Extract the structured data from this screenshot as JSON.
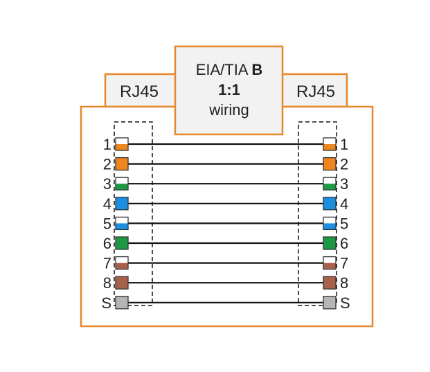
{
  "header": {
    "left_connector": "RJ45",
    "right_connector": "RJ45",
    "standard_prefix": "EIA/TIA ",
    "standard_variant": "B",
    "mapping": "1:1",
    "mapping_suffix": "wiring"
  },
  "colors": {
    "accent": "#E8862A",
    "box_fill": "#F2F2F2",
    "wire": "#111111",
    "shield": "#B5B5B5",
    "orange": "#F0861F",
    "green": "#1E9A46",
    "blue": "#1C8FE0",
    "brown": "#A8614A"
  },
  "pins": [
    {
      "label": "1",
      "color": "orange",
      "striped": true
    },
    {
      "label": "2",
      "color": "orange",
      "striped": false
    },
    {
      "label": "3",
      "color": "green",
      "striped": true
    },
    {
      "label": "4",
      "color": "blue",
      "striped": false
    },
    {
      "label": "5",
      "color": "blue",
      "striped": true
    },
    {
      "label": "6",
      "color": "green",
      "striped": false
    },
    {
      "label": "7",
      "color": "brown",
      "striped": true
    },
    {
      "label": "8",
      "color": "brown",
      "striped": false
    },
    {
      "label": "S",
      "color": "shield",
      "striped": false
    }
  ]
}
